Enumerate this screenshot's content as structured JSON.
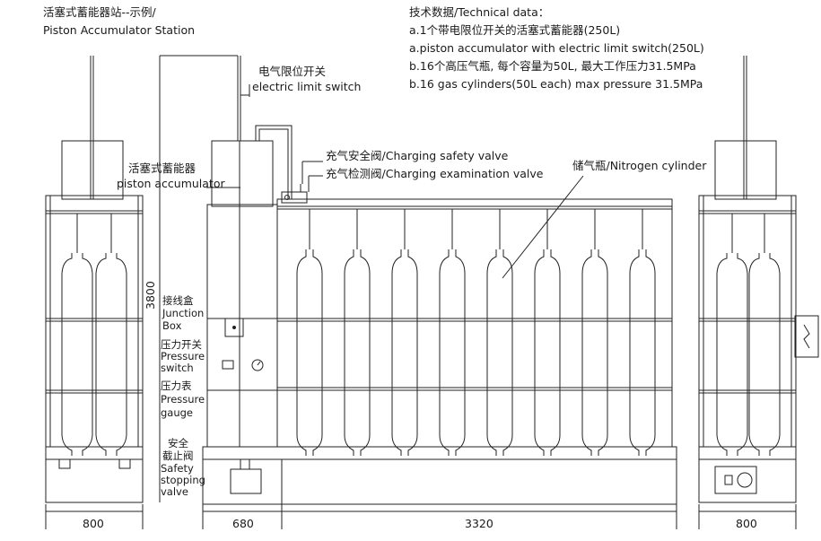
{
  "title": {
    "cn": "活塞式蓄能器站--示例/",
    "en": "Piston Accumulator Station"
  },
  "technical": {
    "heading": "技术数据/Technical data：",
    "lines": [
      "a.1个带电限位开关的活塞式蓄能器(250L)",
      "a.piston accumulator with electric limit switch(250L)",
      "b.16个高压气瓶, 每个容量为50L, 最大工作压力31.5MPa",
      "b.16 gas cylinders(50L each) max pressure 31.5MPa"
    ]
  },
  "labels": {
    "limit_switch_cn": "电气限位开关",
    "limit_switch_en": "electric limit switch",
    "accumulator_cn": "活塞式蓄能器",
    "accumulator_en": "piston accumulator",
    "safety_valve": "充气安全阀/Charging safety valve",
    "exam_valve": "充气检测阀/Charging examination valve",
    "nitrogen": "储气瓶/Nitrogen cylinder",
    "junction_cn": "接线盒",
    "junction_en1": "Junction",
    "junction_en2": "Box",
    "pswitch_cn": "压力开关",
    "pswitch_en1": "Pressure",
    "pswitch_en2": "switch",
    "gauge_cn": "压力表",
    "gauge_en1": "Pressure",
    "gauge_en2": "gauge",
    "stop_cn1": "安全",
    "stop_cn2": "截止阀",
    "stop_en1": "Safety",
    "stop_en2": "stopping",
    "stop_en3": "valve"
  },
  "dimensions": {
    "height": "3800",
    "left": "800",
    "accumulator": "680",
    "cylinders": "3320",
    "right": "800"
  }
}
